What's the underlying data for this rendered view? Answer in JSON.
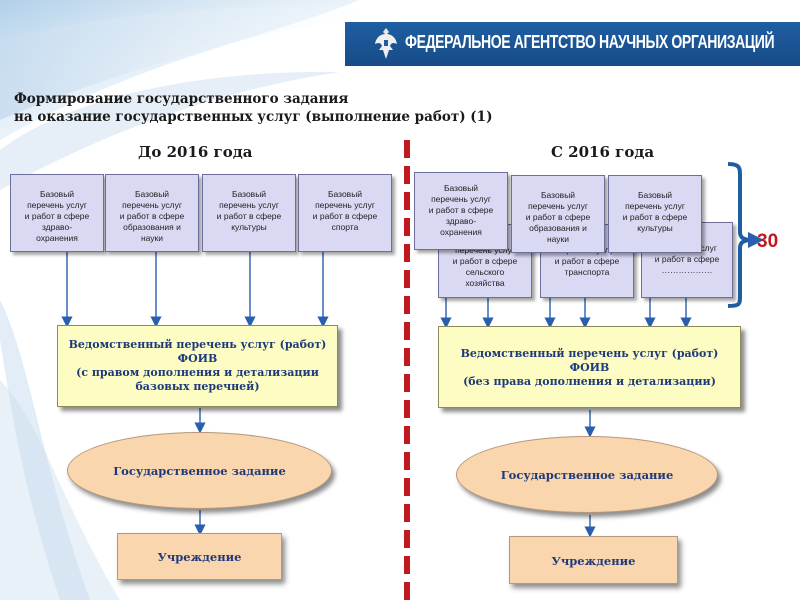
{
  "header": {
    "agency_name": "ФЕДЕРАЛЬНОЕ АГЕНТСТВО НАУЧНЫХ ОРГАНИЗАЦИЙ"
  },
  "title": {
    "line1": "Формирование государственного задания",
    "line2": "на оказание государственных услуг (выполнение работ) (1)"
  },
  "left": {
    "heading": "До 2016 года",
    "services": [
      "Базовый\nперечень услуг\nи работ в сфере\nздраво-\nохранения",
      "Базовый\nперечень услуг\nи работ в сфере\nобразования и\nнауки",
      "Базовый\nперечень услуг\nи работ в сфере\nкультуры",
      "Базовый\nперечень услуг\nи работ в сфере\nспорта"
    ],
    "dept": {
      "line1": "Ведомственный перечень услуг (работ)",
      "line2": "ФОИВ",
      "line3": "(с правом дополнения и детализации",
      "line4": "базовых перечней)"
    },
    "task": "Государственное задание",
    "institution": "Учреждение"
  },
  "right": {
    "heading": "С 2016 года",
    "services_front": [
      "Базовый\nперечень услуг\nи работ в сфере\nздраво-\nохранения",
      "Базовый\nперечень услуг\nи работ в сфере\nобразования и\nнауки",
      "Базовый\nперечень услуг\nи работ в сфере\nкультуры"
    ],
    "services_back": [
      "перечень услуг\nи работ в сфере\nсельского\nхозяйства",
      "перечень услуг\nи работ в сфере\nтранспорта",
      "перечень услуг\nи работ в сфере\n………………"
    ],
    "count": "30",
    "dept": {
      "line1": "Ведомственный перечень услуг (работ)",
      "line2": "ФОИВ",
      "line3": "(без права дополнения и детализации)"
    },
    "task": "Государственное задание",
    "institution": "Учреждение"
  },
  "colors": {
    "header_bg": "#1f5ea3",
    "divider": "#c0181f",
    "service_box": "#d9d9f3",
    "dept_box": "#fdfdc3",
    "task_fill": "#f9d6ad",
    "arrow": "#2a5fb0",
    "bracket": "#1f5ea3"
  }
}
